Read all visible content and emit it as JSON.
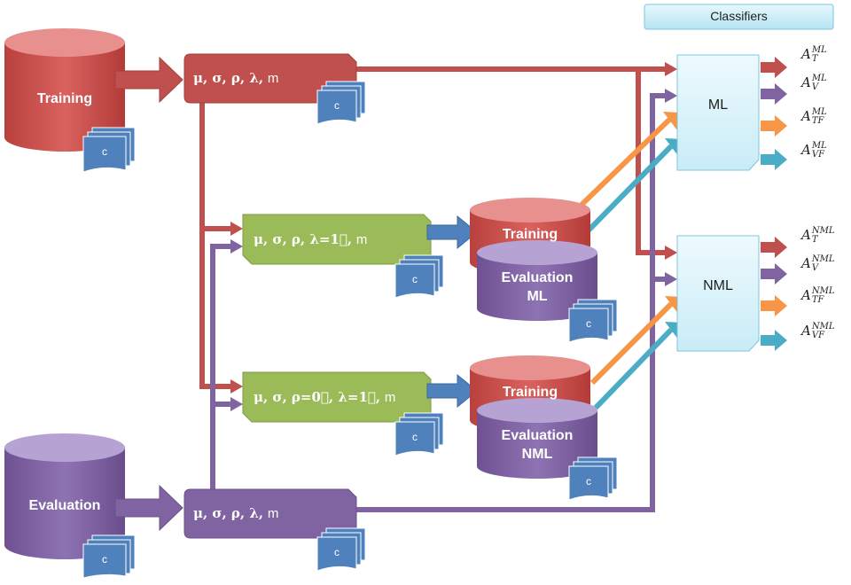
{
  "header": {
    "classifiers": "Classifiers"
  },
  "databases": {
    "training_label": "Training",
    "evaluation_label": "Evaluation",
    "stack1_top": "Training",
    "stack1_bottom_line1": "Evaluation",
    "stack1_bottom_line2": "ML",
    "stack2_top": "Training",
    "stack2_bottom_line1": "Evaluation",
    "stack2_bottom_line2": "NML"
  },
  "processes": {
    "red_params": "μ, σ, ρ, λ,",
    "green1_params": "μ, σ, ρ, λ=1⃗,",
    "green2_params": "μ, σ, ρ=0⃗, λ=1⃗,",
    "purple_params": "μ, σ, ρ, λ,",
    "m_label": "m"
  },
  "doc_label": "c",
  "classifiers": {
    "ml": "ML",
    "nml": "NML"
  },
  "outputs": {
    "ml": [
      {
        "base": "A",
        "sub": "T",
        "sup": "ML"
      },
      {
        "base": "A",
        "sub": "V",
        "sup": "ML"
      },
      {
        "base": "A",
        "sub": "TF",
        "sup": "ML"
      },
      {
        "base": "A",
        "sub": "VF",
        "sup": "ML"
      }
    ],
    "nml": [
      {
        "base": "A",
        "sub": "T",
        "sup": "NML"
      },
      {
        "base": "A",
        "sub": "V",
        "sup": "NML"
      },
      {
        "base": "A",
        "sub": "TF",
        "sup": "NML"
      },
      {
        "base": "A",
        "sub": "VF",
        "sup": "NML"
      }
    ]
  },
  "colors": {
    "red": "#c0504d",
    "red_light": "#e8908e",
    "green": "#9bbb59",
    "purple": "#8064a2",
    "purple_light": "#b7a3d3",
    "blue": "#4f81bd",
    "orange": "#f79646",
    "teal": "#4bacc6",
    "classifier_fill": "#dff4fb"
  }
}
